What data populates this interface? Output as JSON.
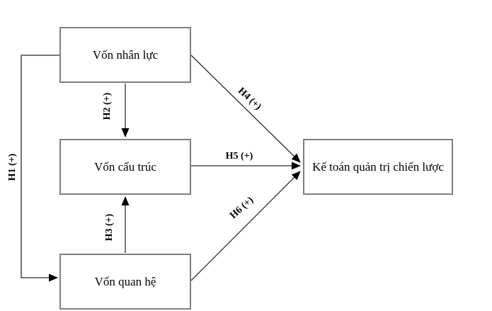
{
  "diagram": {
    "colors": {
      "background": "#ffffff",
      "node_border": "#7f7f7f",
      "arrow": "#000000",
      "text": "#000000"
    },
    "nodes": [
      {
        "id": "von-nhan-luc",
        "label": "Vốn nhân lực"
      },
      {
        "id": "von-cau-truc",
        "label": "Vốn cấu trúc"
      },
      {
        "id": "von-quan-he",
        "label": "Vốn quan hệ"
      },
      {
        "id": "ke-toan-quan-tri-chien-luoc",
        "label": "Kế toán quản trị chiến lược"
      }
    ],
    "edges": [
      {
        "id": "H1",
        "label": "H1 (+)",
        "from": "von-nhan-luc",
        "to": "von-quan-he",
        "sign": "+"
      },
      {
        "id": "H2",
        "label": "H2 (+)",
        "from": "von-nhan-luc",
        "to": "von-cau-truc",
        "sign": "+"
      },
      {
        "id": "H3",
        "label": "H3 (+)",
        "from": "von-quan-he",
        "to": "von-cau-truc",
        "sign": "+"
      },
      {
        "id": "H4",
        "label": "H4 (+)",
        "from": "von-nhan-luc",
        "to": "ke-toan-quan-tri-chien-luoc",
        "sign": "+"
      },
      {
        "id": "H5",
        "label": "H5 (+)",
        "from": "von-cau-truc",
        "to": "ke-toan-quan-tri-chien-luoc",
        "sign": "+"
      },
      {
        "id": "H6",
        "label": "H6 (+)",
        "from": "von-quan-he",
        "to": "ke-toan-quan-tri-chien-luoc",
        "sign": "+"
      }
    ]
  }
}
